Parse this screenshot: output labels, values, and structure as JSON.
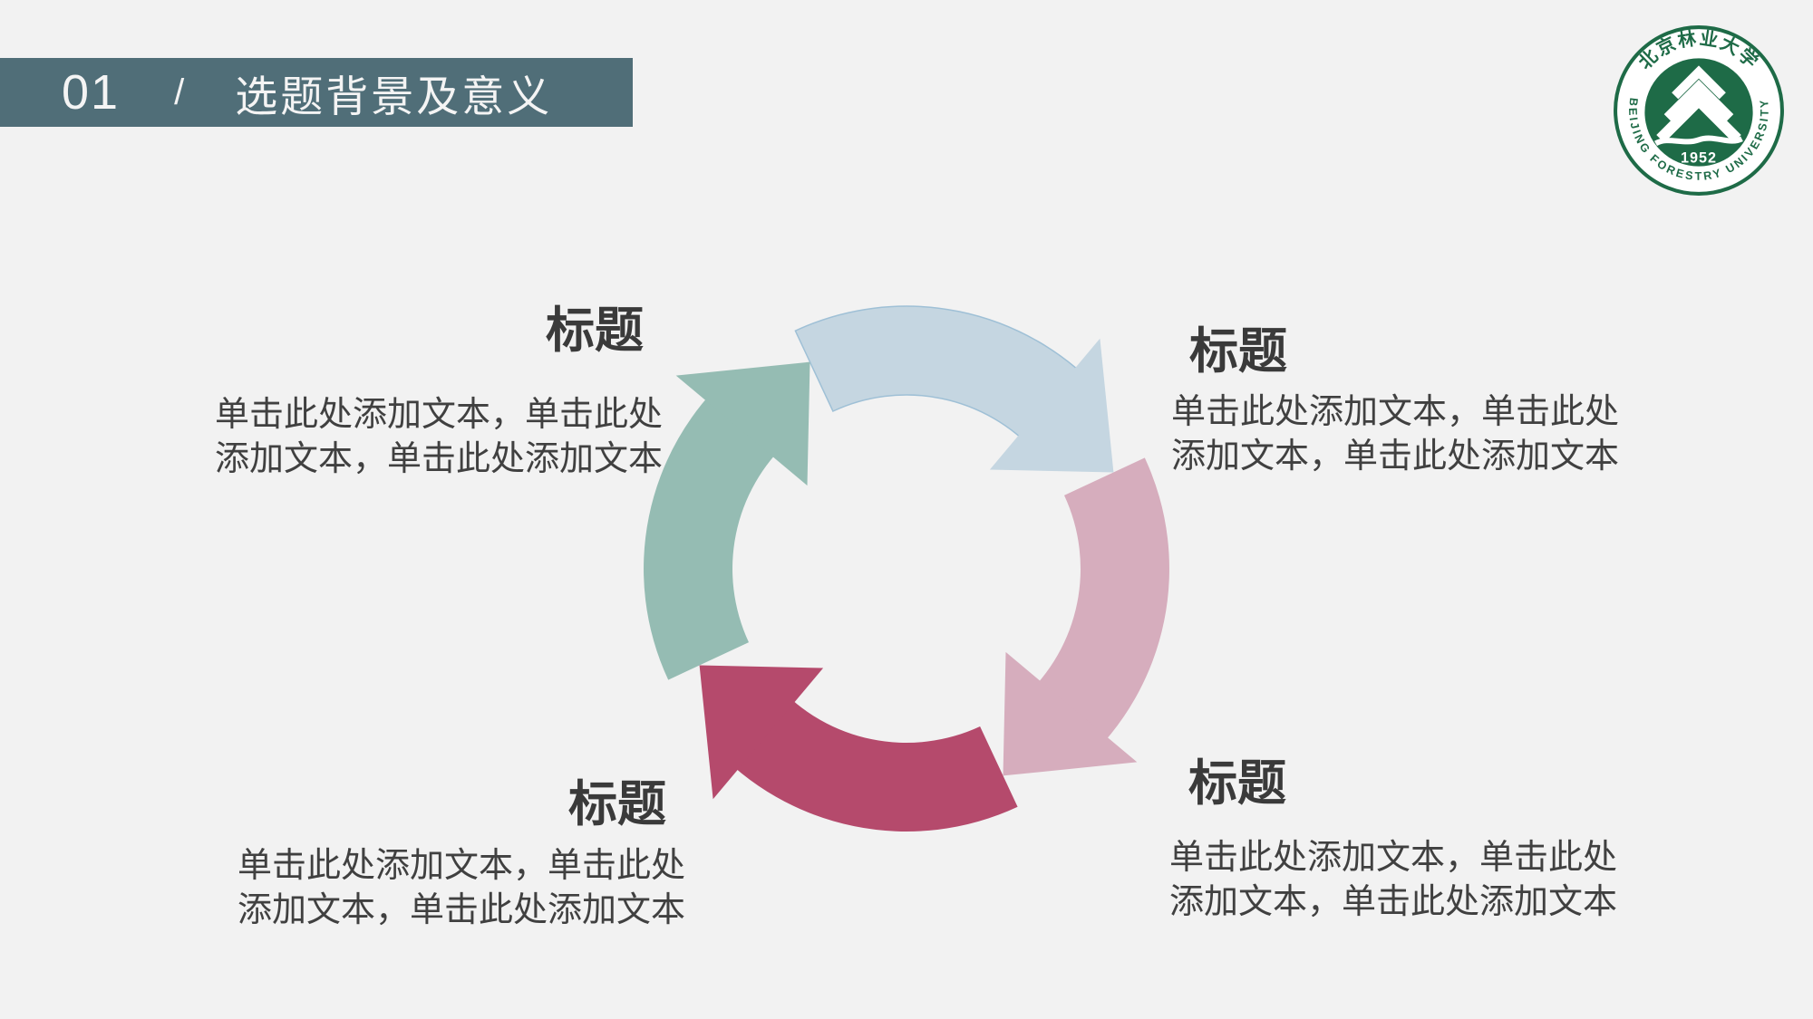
{
  "slide": {
    "background_color": "#f2f2f2",
    "header": {
      "number": "01",
      "separator": "/",
      "title": "选题背景及意义",
      "bar_color": "#506e78",
      "text_color": "#f4f4f4"
    },
    "logo": {
      "name": "Beijing Forestry University seal",
      "zh_text": "北京林业大学",
      "en_text": "BEIJING FORESTRY UNIVERSITY",
      "year": "1952",
      "green": "#1e6b47"
    },
    "cycle_diagram": {
      "type": "cycle",
      "direction": "clockwise",
      "arrows": [
        {
          "position": "top",
          "color": "#c5d6e1"
        },
        {
          "position": "right",
          "color": "#d6adbd"
        },
        {
          "position": "bottom",
          "color": "#b54a6c"
        },
        {
          "position": "left",
          "color": "#95bcb3"
        }
      ]
    },
    "text_blocks": [
      {
        "position": "top-left",
        "title": "标题",
        "body_lines": [
          "单击此处添加文本，单击此处",
          "添加文本，单击此处添加文本"
        ]
      },
      {
        "position": "top-right",
        "title": "标题",
        "body_lines": [
          "单击此处添加文本，单击此处",
          "添加文本，单击此处添加文本"
        ]
      },
      {
        "position": "bottom-left",
        "title": "标题",
        "body_lines": [
          "单击此处添加文本，单击此处",
          "添加文本，单击此处添加文本"
        ]
      },
      {
        "position": "bottom-right",
        "title": "标题",
        "body_lines": [
          "单击此处添加文本，单击此处",
          "添加文本，单击此处添加文本"
        ]
      }
    ]
  }
}
